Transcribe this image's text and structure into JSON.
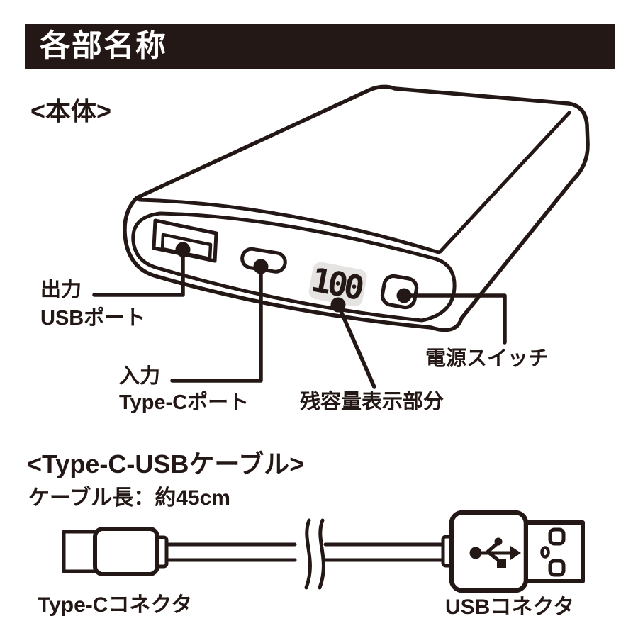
{
  "header": {
    "title": "各部名称",
    "bg_color": "#231815",
    "text_color": "#ffffff"
  },
  "sections": {
    "body_heading": "<本体>",
    "cable_heading": "<Type-C-USBケーブル>",
    "cable_length": "ケーブル長：約45cm"
  },
  "device": {
    "display_value": "100",
    "callouts": {
      "output_label": "出力",
      "output_port": "USBポート",
      "input_label": "入力",
      "input_port": "Type-Cポート",
      "display": "残容量表示部分",
      "power_switch": "電源スイッチ"
    }
  },
  "cable": {
    "typec_connector": "Type-Cコネクタ",
    "usb_connector": "USBコネクタ"
  },
  "colors": {
    "ink": "#231815",
    "display_bg": "#e5e4e2",
    "background": "#ffffff"
  }
}
